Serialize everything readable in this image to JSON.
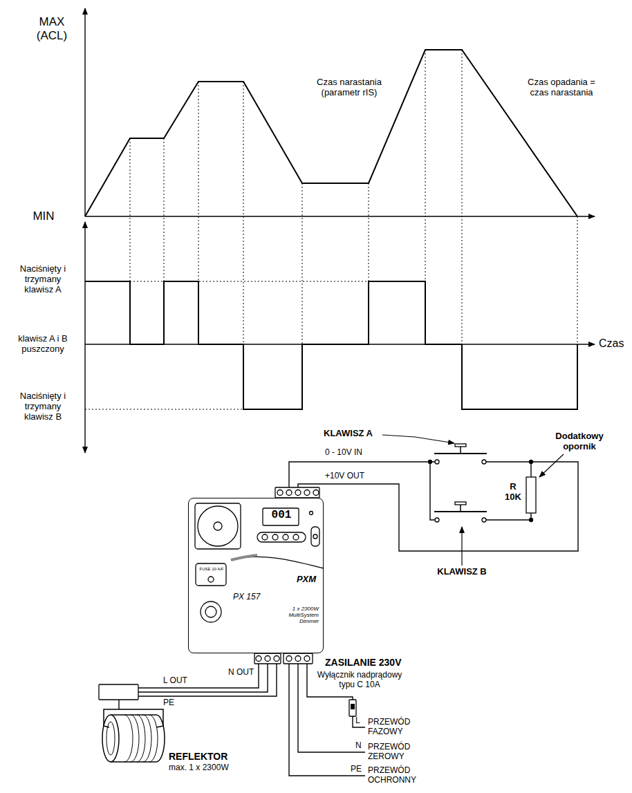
{
  "diagram": {
    "nodes": [
      {
        "text": [
          "001",
          "PXM",
          "PX 157",
          "1 x 2300W MultiSystem Dimmer",
          "FUSE 10 A/F"
        ]
      }
    ],
    "labels": [
      "MAX (ACL)",
      "MIN",
      "Czas narastania (parametr rIS)",
      "Czas opadania = czas narastania",
      "Naciśnięty i trzymany klawisz A",
      "klawisz A i B puszczony",
      "Czas",
      "Naciśnięty i trzymany klawisz B",
      "KLAWISZ A",
      "0 - 10V IN",
      "+10V OUT",
      "Dodatkowy opornik",
      "R 10K",
      "KLAWISZ B",
      "ZASILANIE 230V",
      "Wyłącznik nadprądowy typu C 10A",
      "L",
      "PRZEWÓD FAZOWY",
      "N",
      "PRZEWÓD ZEROWY",
      "PE",
      "PRZEWÓD OCHRONNY",
      "N OUT",
      "L OUT",
      "PE",
      "REFLEKTOR",
      "max. 1 x 2300W"
    ]
  }
}
